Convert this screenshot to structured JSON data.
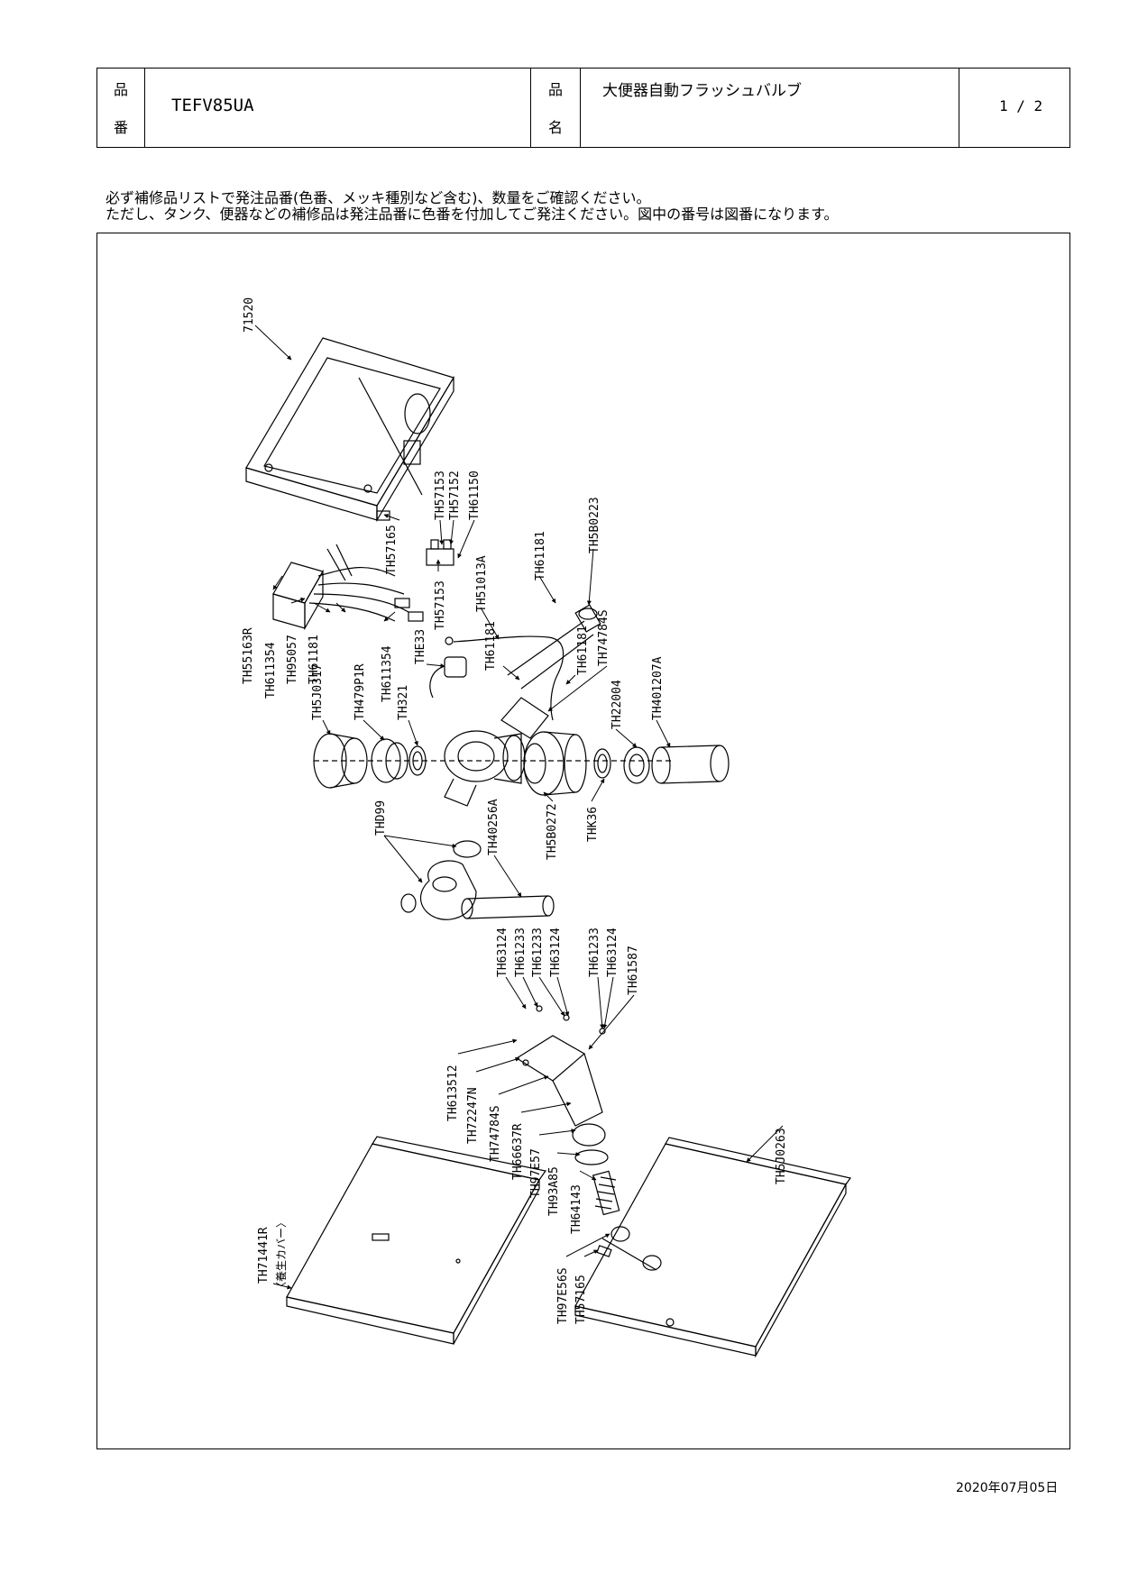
{
  "header": {
    "part_no_label_1": "品",
    "part_no_label_2": "番",
    "part_no": "TEFV85UA",
    "name_label_1": "品",
    "name_label_2": "名",
    "name": "大便器自動フラッシュバルブ",
    "page": "1 / 2"
  },
  "notes": {
    "line1": "必ず補修品リストで発注品番(色番、メッキ種別など含む)、数量をご確認ください。",
    "line2": "ただし、タンク、便器などの補修品は発注品番に色番を付加してご発注ください。図中の番号は図番になります。"
  },
  "diagram": {
    "labels": {
      "p71520": "71520",
      "th57165a": "TH57165",
      "th57153a": "TH57153",
      "th57152": "TH57152",
      "th61150": "TH61150",
      "th57153b": "TH57153",
      "th51013a": "TH51013A",
      "th61181a": "TH61181",
      "th5b0223": "TH5B0223",
      "th55163r": "TH55163R",
      "th611354a": "TH611354",
      "th95057": "TH95057",
      "th61181b": "TH61181",
      "th611354b": "TH611354",
      "the33": "THE33",
      "th61181c": "TH61181",
      "th61181d": "TH61181",
      "th74784s_a": "TH74784S",
      "th5j0317": "TH5J0317",
      "th479p1r": "TH479P1R",
      "th321": "TH321",
      "th22004": "TH22004",
      "th401207a": "TH401207A",
      "thd99": "THD99",
      "th40256a": "TH40256A",
      "th5b0272": "TH5B0272",
      "thk36": "THK36",
      "th63124a": "TH63124",
      "th61233a": "TH61233",
      "th61233b": "TH61233",
      "th63124b": "TH63124",
      "th61233c": "TH61233",
      "th63124c": "TH63124",
      "th61587": "TH61587",
      "th613512": "TH613512",
      "th72247n": "TH72247N",
      "th74784s_b": "TH74784S",
      "th66637r": "TH66637R",
      "th97e57": "TH97E57",
      "th93a85": "TH93A85",
      "th64143": "TH64143",
      "th97e56s": "TH97E56S",
      "th57165b": "TH57165",
      "th5j0263": "TH5J0263",
      "th71441r": "TH71441R",
      "cover_note": "〈養生カバー〉"
    }
  },
  "date": "2020年07月05日"
}
